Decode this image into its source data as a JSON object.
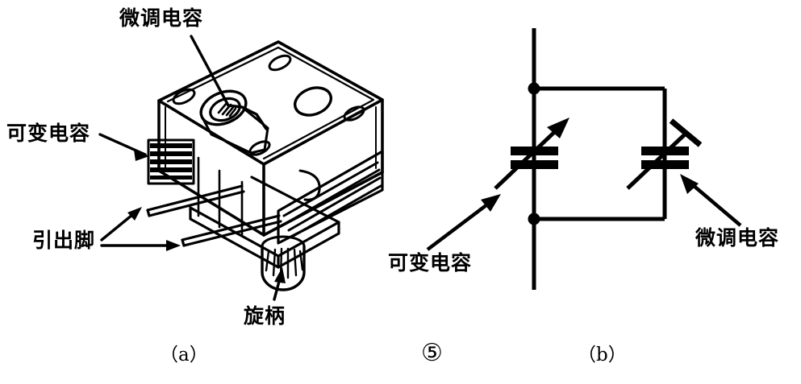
{
  "figure": {
    "number": "⑤",
    "subfigure_a": "（a）",
    "subfigure_b": "（b）"
  },
  "photo_labels": {
    "trimmer_top": "微调电容",
    "variable_left": "可变电容",
    "lead_pins": "引出脚",
    "knob": "旋柄"
  },
  "schematic_labels": {
    "variable": "可变电容",
    "trimmer": "微调电容"
  },
  "colors": {
    "ink": "#000000",
    "paper": "#ffffff"
  },
  "icons": {
    "variable_capacitor": "variable-capacitor-symbol",
    "trimmer_capacitor": "trimmer-capacitor-symbol",
    "junction": "junction-dot",
    "arrow": "leader-arrow"
  }
}
